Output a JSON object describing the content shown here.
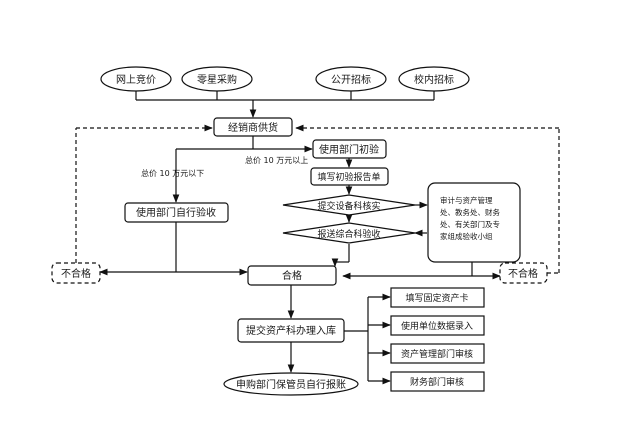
{
  "nodes": {
    "online_bidding": "网上竞价",
    "retail_purchase": "零星采购",
    "public_tender": "公开招标",
    "campus_tender": "校内招标",
    "distributor_supply": "经销商供货",
    "dept_initial_check": "使用部门初验",
    "fill_initial_report": "填写初验报告单",
    "submit_equipment_check": "提交设备科核实",
    "submit_comprehensive_check": "报送综合科验收",
    "expert_group_lines": [
      "审计与资产管理",
      "处、教务处、财务",
      "处、有关部门及专",
      "家组成验收小组"
    ],
    "dept_self_check": "使用部门自行验收",
    "unqualified_left": "不合格",
    "unqualified_right": "不合格",
    "qualified": "合格",
    "submit_asset_storage": "提交资产科办理入库",
    "purchaser_reimburse": "申购部门保管员自行报账",
    "fill_fixed_asset_card": "填写固定资产卡",
    "user_data_entry": "使用单位数据录入",
    "asset_dept_review": "资产管理部门审核",
    "finance_dept_review": "财务部门审核"
  },
  "labels": {
    "under_100k": "总价 10 万元以下",
    "over_100k": "总价 10 万元以上"
  }
}
